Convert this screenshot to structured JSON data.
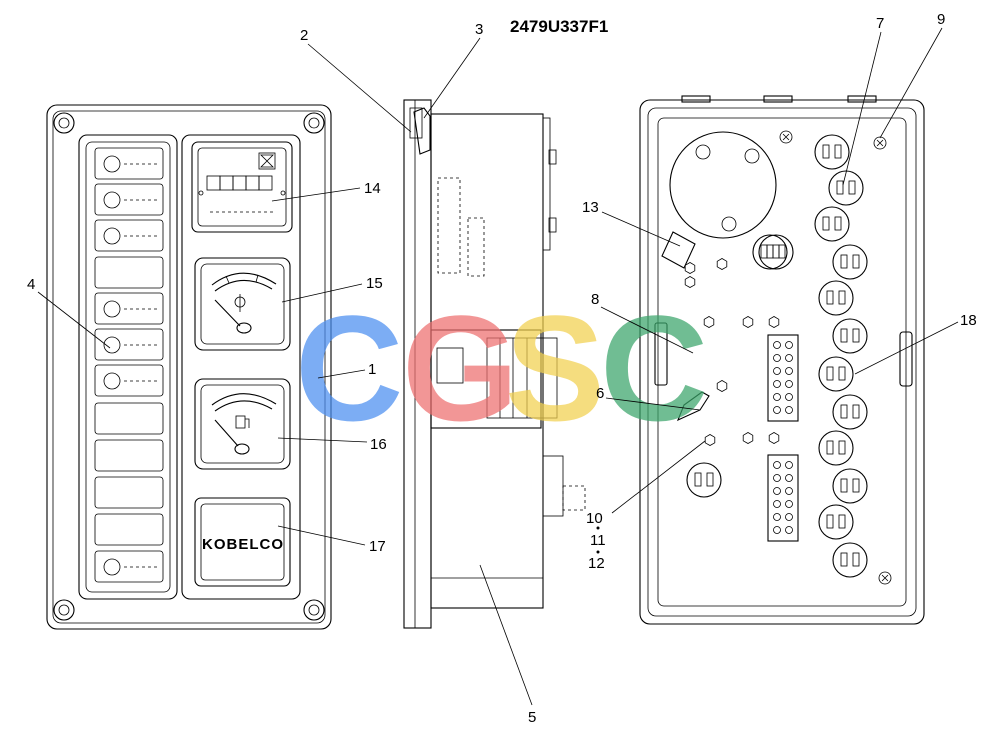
{
  "drawing_code": "2479U337F1",
  "brand_label": "KOBELCO",
  "watermark": [
    "C",
    "G",
    "S",
    "C"
  ],
  "colors": {
    "line": "#000000",
    "watermark_c1": "#4a8ef0",
    "watermark_g": "#ee6e6e",
    "watermark_s": "#f2d04f",
    "watermark_c2": "#3aa56a"
  },
  "callouts": {
    "c1": "1",
    "c2": "2",
    "c3": "3",
    "c4": "4",
    "c5": "5",
    "c6": "6",
    "c7": "7",
    "c8": "8",
    "c9": "9",
    "c10": "10",
    "c11": "11",
    "c12": "12",
    "c13": "13",
    "c14": "14",
    "c15": "15",
    "c16": "16",
    "c17": "17",
    "c18": "18"
  }
}
